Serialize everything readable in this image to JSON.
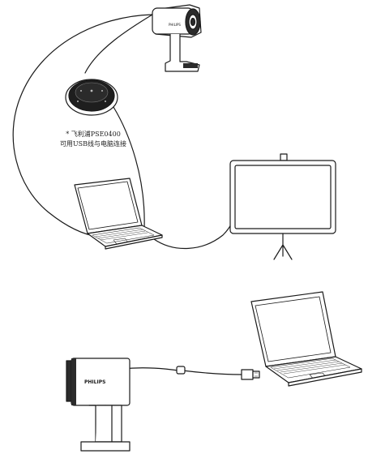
{
  "note": {
    "line1": "* 飞利浦PSE0400",
    "line2": "可用USB线与电脑连接"
  },
  "brand_text": "PHILIPS",
  "colors": {
    "line": "#1a1a1a",
    "device_body": "#2b2b2b",
    "speaker_body": "#1e1e1e",
    "background": "#ffffff"
  },
  "icons": [
    "webcam-icon",
    "speakerphone-icon",
    "laptop-icon",
    "projector-screen-icon",
    "usb-plug-icon"
  ]
}
